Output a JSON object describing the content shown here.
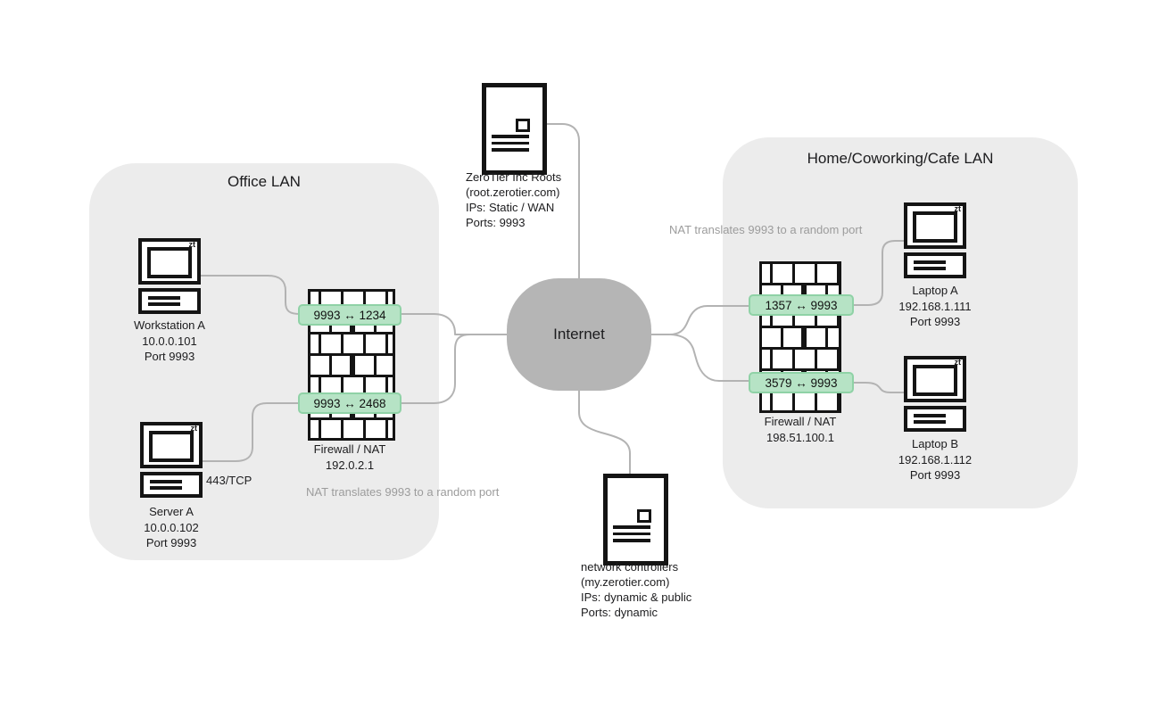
{
  "office": {
    "title": "Office LAN",
    "note": "NAT translates 9993 to a random port",
    "workstation": {
      "name": "Workstation A",
      "ip": "10.0.0.101",
      "port": "Port 9993",
      "zt": "zt"
    },
    "server": {
      "name": "Server A",
      "ip": "10.0.0.102",
      "port": "Port 9993",
      "zt": "zt",
      "service": "443/TCP"
    },
    "firewall": {
      "name": "Firewall / NAT",
      "ip": "192.0.2.1"
    },
    "mappings": [
      "9993 ↔ 1234",
      "9993 ↔ 2468"
    ]
  },
  "home": {
    "title": "Home/Coworking/Cafe LAN",
    "note": "NAT translates 9993 to a random port",
    "firewall": {
      "name": "Firewall / NAT",
      "ip": "198.51.100.1"
    },
    "laptop_a": {
      "name": "Laptop A",
      "ip": "192.168.1.111",
      "port": "Port 9993",
      "zt": "zt"
    },
    "laptop_b": {
      "name": "Laptop B",
      "ip": "192.168.1.112",
      "port": "Port 9993",
      "zt": "zt"
    },
    "mappings": [
      "1357 ↔ 9993",
      "3579 ↔ 9993"
    ]
  },
  "internet": {
    "label": "Internet"
  },
  "roots": {
    "name": "ZeroTier Inc Roots",
    "domain": "(root.zerotier.com)",
    "ips": "IPs: Static / WAN",
    "ports": "Ports: 9993"
  },
  "controllers": {
    "name": "network controllers",
    "domain": "(my.zerotier.com)",
    "ips": "IPs: dynamic & public",
    "ports": "Ports: dynamic"
  },
  "colors": {
    "lan_box": "#ececec",
    "internet_blob": "#b5b5b5",
    "connector_line": "#b3b3b3",
    "badge_fill": "#b6e3c5",
    "badge_border": "#8fd2a6",
    "note_text": "#9c9c9c",
    "ink": "#141414"
  }
}
